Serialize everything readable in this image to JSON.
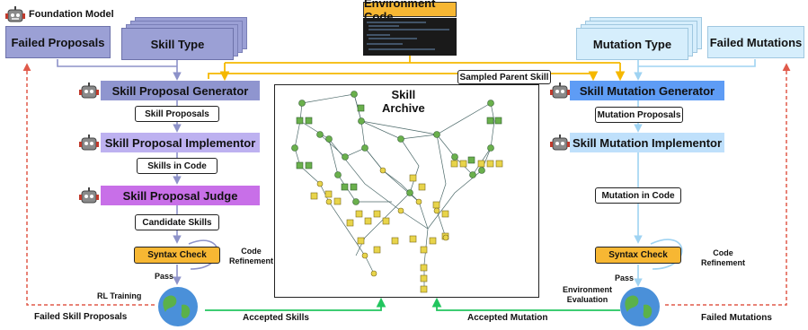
{
  "legend": {
    "label": "Foundation Model"
  },
  "top": {
    "failed_proposals": "Failed Proposals",
    "skill_type": "Skill Type",
    "environment_code": "Environment Code",
    "mutation_type": "Mutation Type",
    "failed_mutations": "Failed Mutations"
  },
  "left": {
    "generator": "Skill Proposal Generator",
    "proposals": "Skill Proposals",
    "implementor": "Skill Proposal Implementor",
    "skills_in_code": "Skills in Code",
    "judge": "Skill Proposal Judge",
    "candidate": "Candidate Skills",
    "syntax": "Syntax Check",
    "refine": "Code\nRefinement",
    "pass": "Pass",
    "rl_training": "RL Training",
    "failed_skill_proposals": "Failed Skill Proposals",
    "accepted_skills": "Accepted Skills"
  },
  "right": {
    "generator": "Skill Mutation Generator",
    "proposals": "Mutation Proposals",
    "implementor": "Skill Mutation Implementor",
    "mutation_code": "Mutation in Code",
    "syntax": "Syntax Check",
    "refine": "Code\nRefinement",
    "pass": "Pass",
    "env_eval": "Environment\nEvaluation",
    "accepted_mutation": "Accepted Mutation",
    "failed_mutations": "Failed Mutations"
  },
  "center": {
    "sampled_parent": "Sampled Parent Skill",
    "archive_title": "Skill\nArchive"
  },
  "colors": {
    "left_flow": "#8d92c9",
    "right_flow": "#9fd3f2",
    "env_arrow": "#f5b800",
    "accepted": "#22c55e",
    "failed": "#e05a4a",
    "gen_left": "#8f95cf",
    "impl_left": "#bdb1f0",
    "judge_left": "#c86fe8",
    "gen_right": "#5e9cf5",
    "impl_right": "#bfe0fb",
    "syntax": "#f7b733"
  }
}
